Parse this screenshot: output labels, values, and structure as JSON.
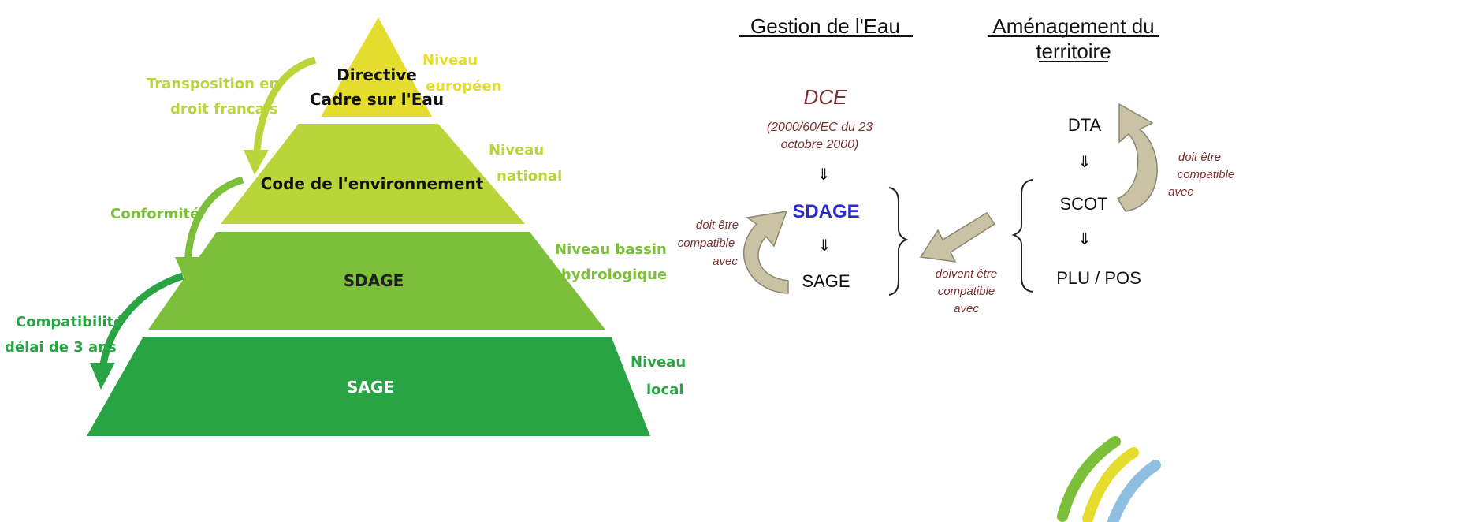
{
  "pyramid": {
    "levels": [
      {
        "line1": "Directive",
        "line2": "Cadre sur l'Eau",
        "color": "#e4dd2e"
      },
      {
        "line1": "Code de l'environnement",
        "color": "#b9d53a"
      },
      {
        "line1": "SDAGE",
        "color": "#7cbf3a"
      },
      {
        "line1": "SAGE",
        "color": "#29a445"
      }
    ],
    "scale_labels": [
      {
        "line1": "Niveau",
        "line2": "européen",
        "color": "#e4dd2e"
      },
      {
        "line1": "Niveau",
        "line2": "national",
        "color": "#b9d53a"
      },
      {
        "line1": "Niveau bassin",
        "line2": "hydrologique",
        "color": "#7cbf3a"
      },
      {
        "line1": "Niveau",
        "line2": "local",
        "color": "#29a445"
      }
    ],
    "arrow_labels": [
      {
        "line1": "Transposition en",
        "line2": "droit francais",
        "color": "#b9d53a"
      },
      {
        "line1": "Conformité",
        "color": "#7cbf3a"
      },
      {
        "line1": "Compatibilité",
        "line2": "délai de 3 ans",
        "color": "#29a445"
      }
    ]
  },
  "right": {
    "headers": {
      "water": "Gestion de l'Eau",
      "territory_line1": "Aménagement du",
      "territory_line2": "territoire"
    },
    "dce": "DCE",
    "dce_ref_line1": "(2000/60/EC du 23",
    "dce_ref_line2": "octobre 2000)",
    "down_arrow": "⇓",
    "sdage": "SDAGE",
    "sage": "SAGE",
    "dta": "DTA",
    "scot": "SCOT",
    "plu": "PLU / POS",
    "compat_left": [
      "doit être",
      "compatible",
      "avec"
    ],
    "compat_right": [
      "doit être",
      "compatible",
      "avec"
    ],
    "compat_middle": [
      "doivent être",
      "compatible",
      "avec"
    ],
    "colors": {
      "sdage": "#2b2bd0",
      "note": "#7a3030",
      "text": "#111111"
    }
  }
}
